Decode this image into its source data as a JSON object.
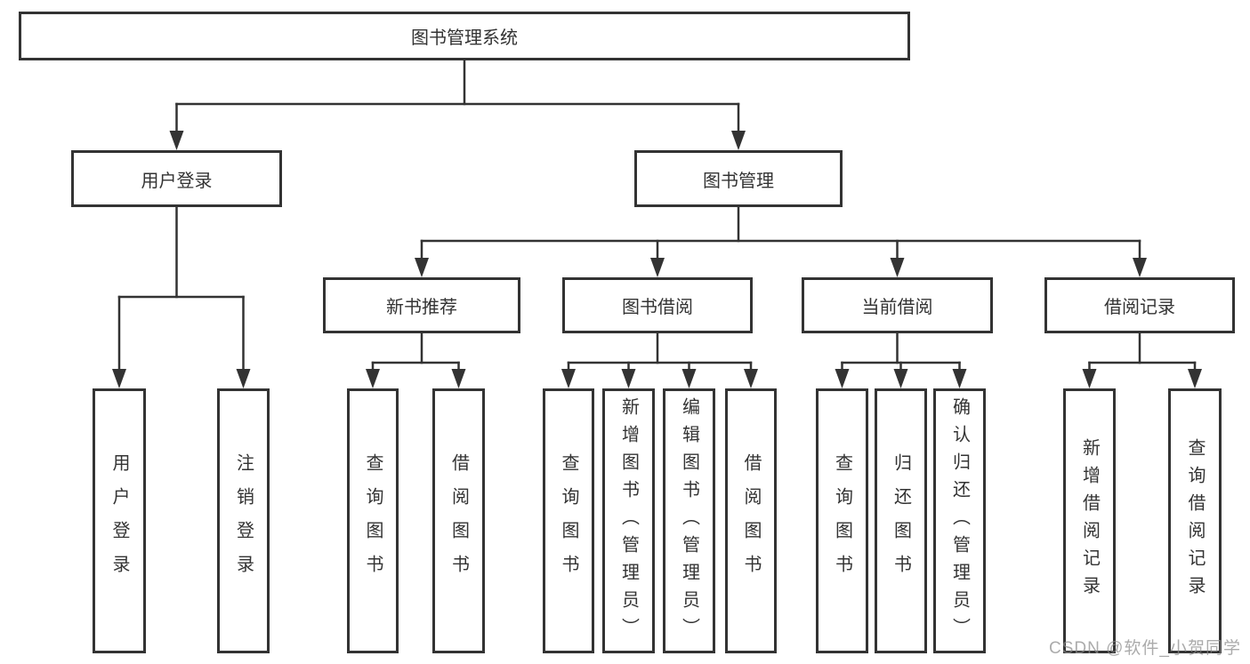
{
  "tree": {
    "label": "图书管理系统",
    "children": [
      {
        "label": "用户登录",
        "children": [
          {
            "label": "用户登录"
          },
          {
            "label": "注销登录"
          }
        ]
      },
      {
        "label": "图书管理",
        "children": [
          {
            "label": "新书推荐",
            "children": [
              {
                "label": "查询图书"
              },
              {
                "label": "借阅图书"
              }
            ]
          },
          {
            "label": "图书借阅",
            "children": [
              {
                "label": "查询图书"
              },
              {
                "label": "新增图书（管理员）"
              },
              {
                "label": "编辑图书（管理员）"
              },
              {
                "label": "借阅图书"
              }
            ]
          },
          {
            "label": "当前借阅",
            "children": [
              {
                "label": "查询图书"
              },
              {
                "label": "归还图书"
              },
              {
                "label": "确认归还（管理员）"
              }
            ]
          },
          {
            "label": "借阅记录",
            "children": [
              {
                "label": "新增借阅记录"
              },
              {
                "label": "查询借阅记录"
              }
            ]
          }
        ]
      }
    ]
  },
  "watermark": {
    "text": "CSDN @软件_小贺同学"
  },
  "colors": {
    "line": "#333333",
    "box_border": "#333333",
    "box_fill": "#ffffff",
    "text": "#333333",
    "background": "#ffffff",
    "watermark": "#8a8a8a"
  }
}
